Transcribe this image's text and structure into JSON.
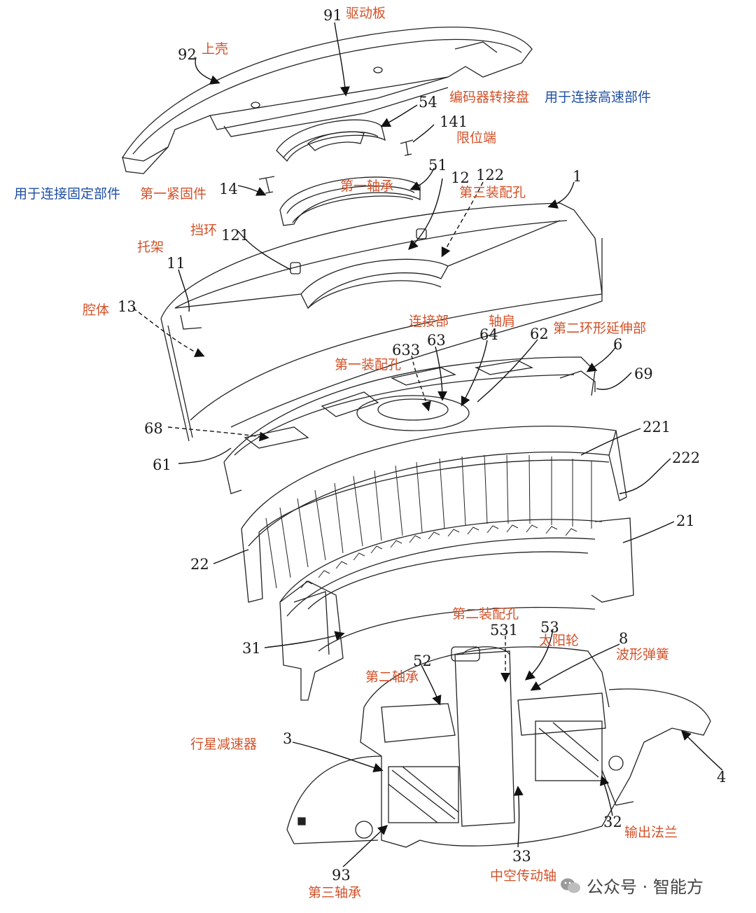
{
  "numbers": {
    "n91": "91",
    "n92": "92",
    "n54": "54",
    "n141": "141",
    "n14": "14",
    "n51": "51",
    "n12": "12",
    "n122": "122",
    "n1": "1",
    "n121": "121",
    "n11": "11",
    "n13": "13",
    "n633": "633",
    "n63": "63",
    "n64": "64",
    "n62": "62",
    "n6": "6",
    "n69": "69",
    "n68": "68",
    "n61": "61",
    "n221": "221",
    "n222": "222",
    "n21": "21",
    "n22": "22",
    "n31": "31",
    "n531": "531",
    "n53": "53",
    "n8": "8",
    "n52": "52",
    "n3": "3",
    "n4": "4",
    "n32": "32",
    "n33": "33",
    "n93": "93"
  },
  "labels": {
    "drive_board": "驱动板",
    "upper_shell": "上壳",
    "encoder_adapter": "编码器转接盘",
    "for_high_speed": "用于连接高速部件",
    "limit_end": "限位端",
    "for_fixed": "用于连接固定部件",
    "first_fastener": "第一紧固件",
    "first_bearing": "第一轴承",
    "third_hole": "第三装配孔",
    "retaining_ring": "挡环",
    "bracket": "托架",
    "cavity": "腔体",
    "connection": "连接部",
    "shaft_shoulder": "轴肩",
    "second_ring_ext": "第二环形延伸部",
    "first_hole": "第一装配孔",
    "second_hole": "第二装配孔",
    "sun_gear": "太阳轮",
    "wave_spring": "波形弹簧",
    "second_bearing": "第二轴承",
    "planetary": "行星减速器",
    "output_flange": "输出法兰",
    "hollow_shaft": "中空传动轴",
    "third_bearing": "第三轴承"
  },
  "watermark": "公众号 · 智能方",
  "colors": {
    "red_label": "#d2522a",
    "blue_label": "#1f4fa3",
    "line": "#1a1a1a"
  }
}
